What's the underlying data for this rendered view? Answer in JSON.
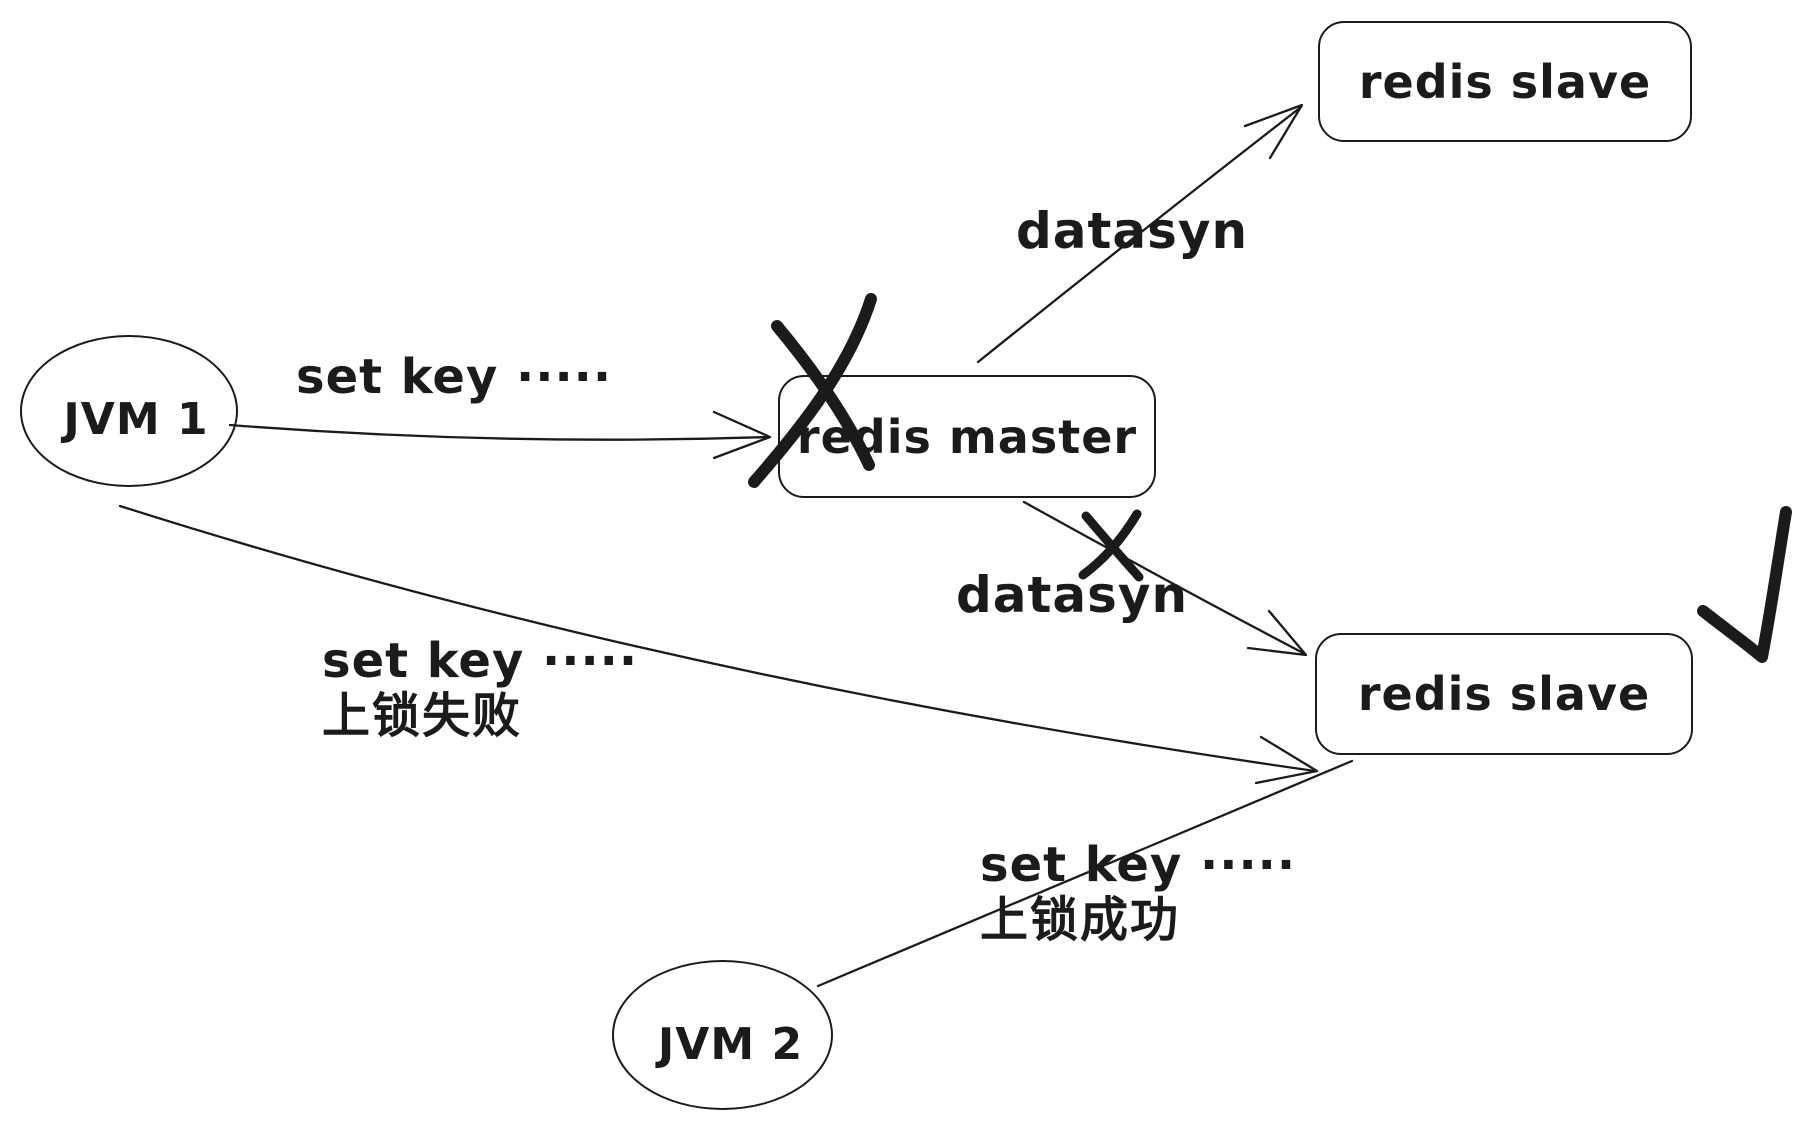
{
  "colors": {
    "ink": "#1b1b1b",
    "canvas": "#ffffff"
  },
  "nodes": {
    "jvm1": {
      "label": "JVM 1"
    },
    "jvm2": {
      "label": "JVM 2"
    },
    "redis_master": {
      "label": "redis master"
    },
    "redis_slave_top": {
      "label": "redis slave"
    },
    "redis_slave_bottom": {
      "label": "redis slave"
    }
  },
  "edges": {
    "jvm1_to_master": {
      "label": "set key ·····"
    },
    "master_to_slave_top": {
      "label": "datasyn"
    },
    "master_to_slave_bottom": {
      "label": "datasyn"
    },
    "jvm1_to_slave_bottom": {
      "label_line1": "set key ·····",
      "label_line2": "上锁失败"
    },
    "jvm2_to_slave_bottom": {
      "label_line1": "set key ·····",
      "label_line2": "上锁成功"
    }
  },
  "marks": {
    "master_crossed_out": "big-x",
    "sync_failed": "small-x",
    "lock_success": "check"
  }
}
